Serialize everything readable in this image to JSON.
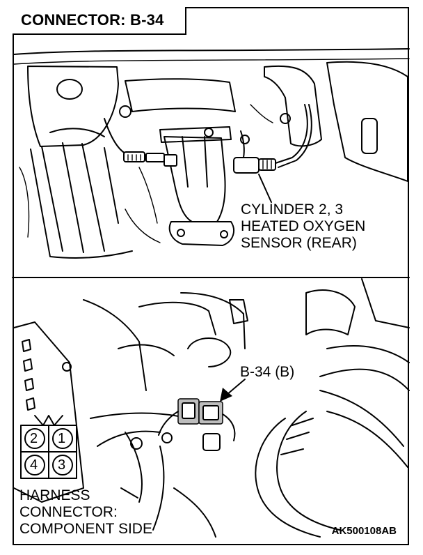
{
  "header": {
    "title": "CONNECTOR: B-34"
  },
  "top_view": {
    "callout_lines": [
      "CYLINDER 2, 3",
      "HEATED OXYGEN",
      "SENSOR (REAR)"
    ]
  },
  "bottom_view": {
    "connector_label": "B-34 (B)",
    "pins": [
      "2",
      "1",
      "4",
      "3"
    ],
    "harness_lines": [
      "HARNESS",
      "CONNECTOR:",
      "COMPONENT SIDE"
    ]
  },
  "footer": {
    "figure_code": "AK500108AB"
  }
}
